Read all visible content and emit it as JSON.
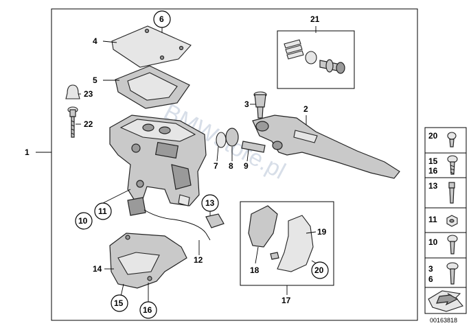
{
  "diagram": {
    "watermark": "BMWstore.pl",
    "doc_number": "00163818",
    "callouts": {
      "p1": "1",
      "p2": "2",
      "p3": "3",
      "p4": "4",
      "p5": "5",
      "p6": "6",
      "p7": "7",
      "p8": "8",
      "p9": "9",
      "p10": "10",
      "p11": "11",
      "p12": "12",
      "p13": "13",
      "p14": "14",
      "p15": "15",
      "p16": "16",
      "p17": "17",
      "p18": "18",
      "p19": "19",
      "p20": "20",
      "p21": "21",
      "p22": "22",
      "p23": "23"
    },
    "side_panel": {
      "s20": "20",
      "s15": "15",
      "s16": "16",
      "s13": "13",
      "s11": "11",
      "s10": "10",
      "s3": "3",
      "s6": "6"
    }
  }
}
